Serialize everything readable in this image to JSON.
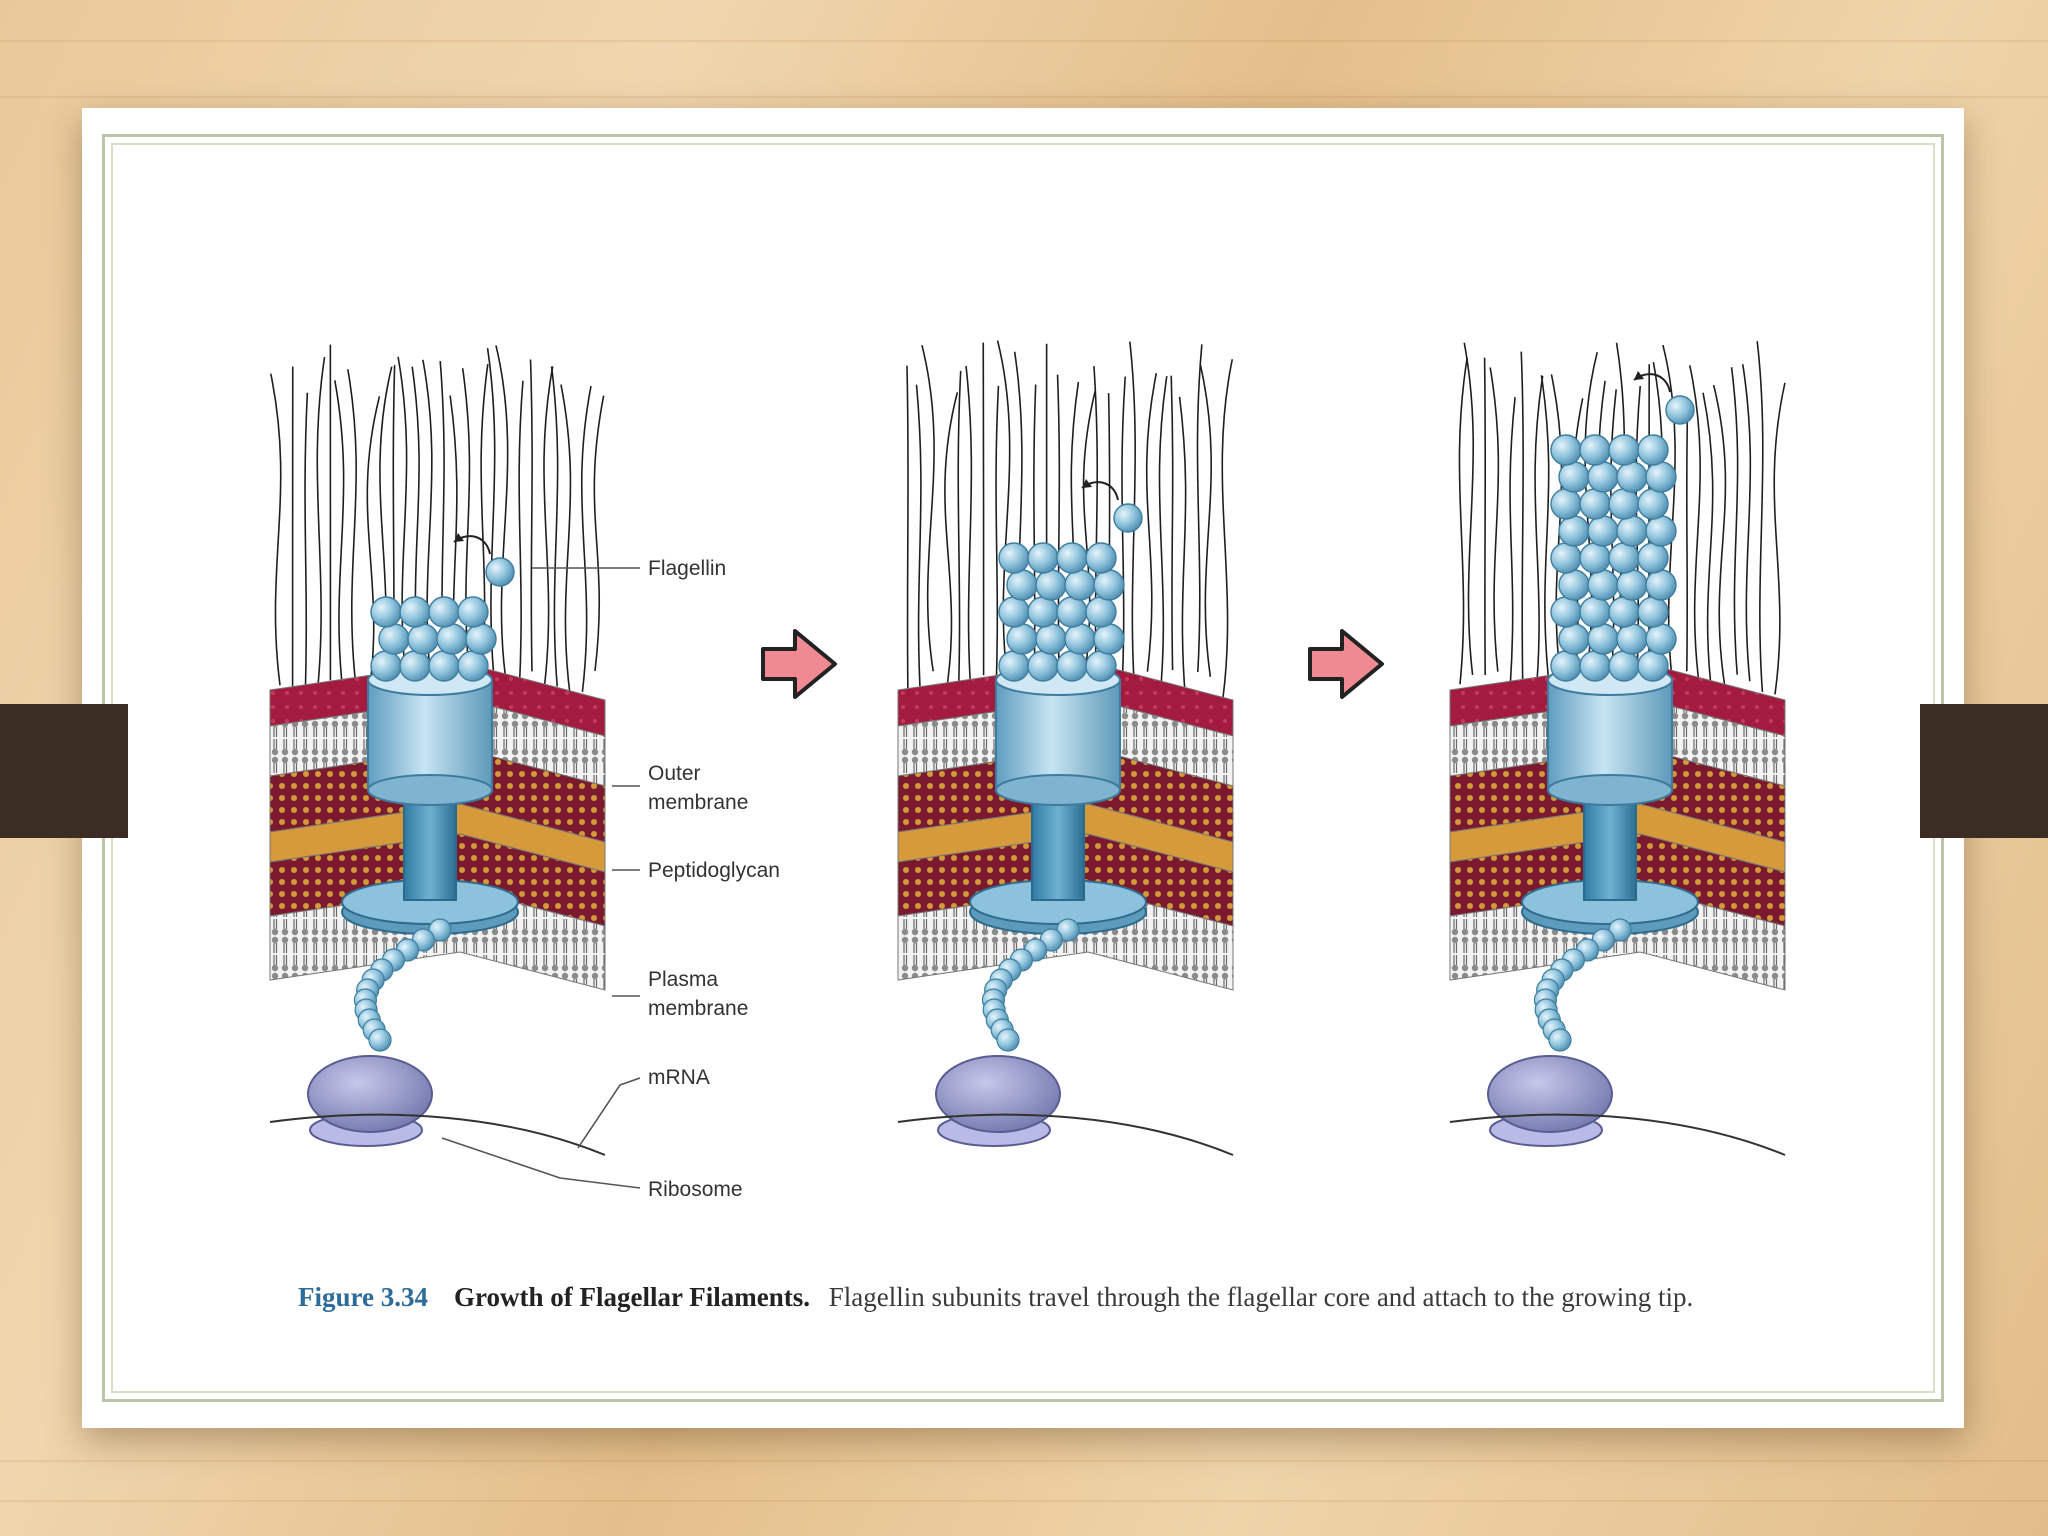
{
  "labels": {
    "flagellin": "Flagellin",
    "outer_membrane_line1": "Outer",
    "outer_membrane_line2": "membrane",
    "peptidoglycan": "Peptidoglycan",
    "plasma_membrane_line1": "Plasma",
    "plasma_membrane_line2": "membrane",
    "mrna": "mRNA",
    "ribosome": "Ribosome"
  },
  "caption": {
    "number": "Figure 3.34",
    "title": "Growth of Flagellar Filaments.",
    "text": "Flagellin subunits travel through the flagellar core and attach to the growing tip."
  },
  "stages": [
    {
      "name": "stage-1",
      "filament_rows": 3
    },
    {
      "name": "stage-2",
      "filament_rows": 5
    },
    {
      "name": "stage-3",
      "filament_rows": 9
    }
  ],
  "colors": {
    "subunit": "#8fc3dc",
    "basal_body": "#7fb3cf",
    "ribosome": "#8f93c4",
    "outer_layer": "#9b1f3c",
    "peptidoglycan": "#c8932e",
    "arrow": "#f08a92",
    "caption_number": "#2c6b9a"
  },
  "icons": {
    "stage_arrow": "right-arrow-icon"
  }
}
